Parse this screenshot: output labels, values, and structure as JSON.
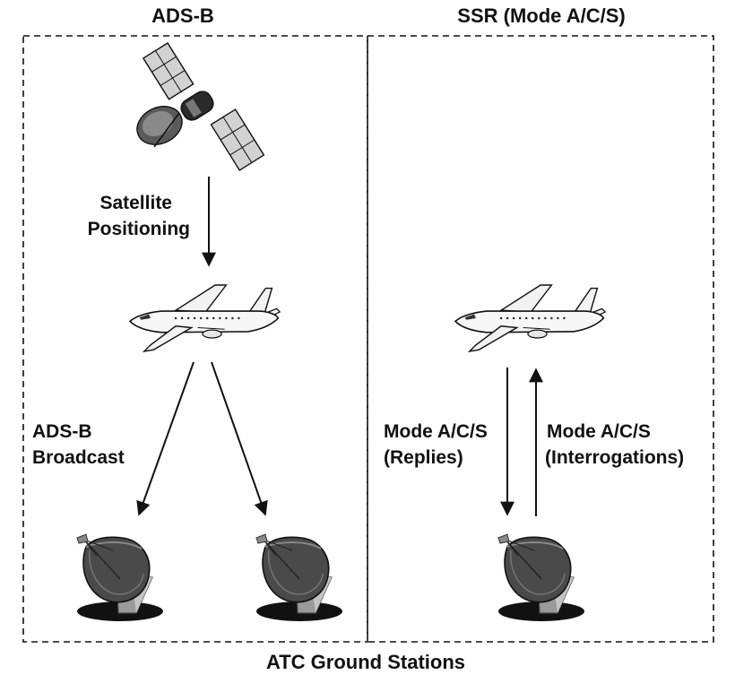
{
  "headers": {
    "left": "ADS-B",
    "right": "SSR (Mode A/C/S)"
  },
  "footer": "ATC Ground Stations",
  "labels": {
    "satellite_line1": "Satellite",
    "satellite_line2": "Positioning",
    "broadcast_line1": "ADS-B",
    "broadcast_line2": "Broadcast",
    "replies_line1": "Mode A/C/S",
    "replies_line2": "(Replies)",
    "interrogations_line1": "Mode A/C/S",
    "interrogations_line2": "(Interrogations)"
  },
  "icons": {
    "satellite": "satellite-icon",
    "aircraft": "airplane-icon",
    "ground_station": "radar-dish-icon"
  },
  "colors": {
    "line": "#111111",
    "dish_dark": "#4a4a4a",
    "dish_mid": "#7a7a7a",
    "dish_light": "#b5b5b5",
    "panel_gray": "#cfcfcf",
    "base_black": "#111111"
  }
}
